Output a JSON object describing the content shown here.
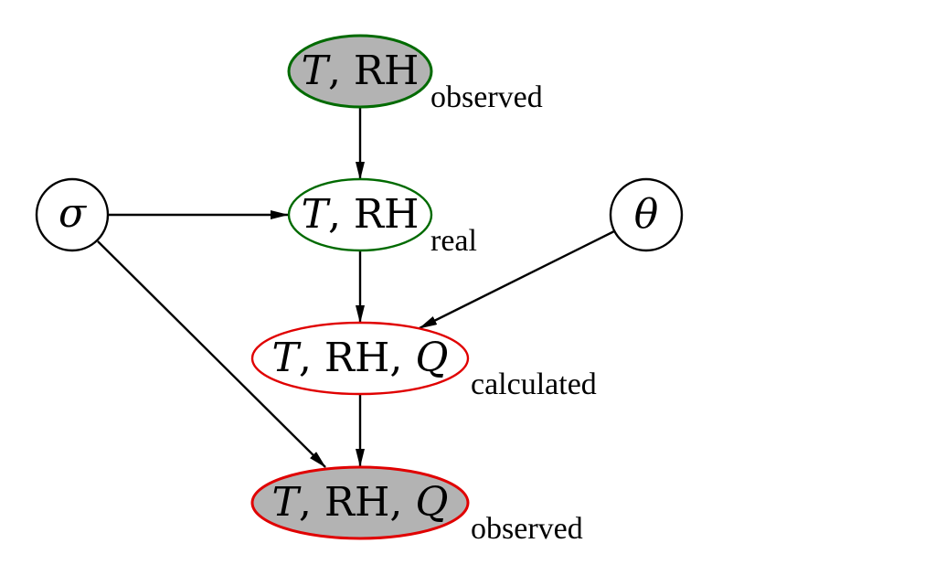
{
  "diagram": {
    "nodes": [
      {
        "id": "obs_top",
        "label_italic": "T",
        "label_rest": ", RH",
        "caption": "observed",
        "fill": "#b3b3b3",
        "stroke": "#006a00"
      },
      {
        "id": "real",
        "label_italic": "T",
        "label_rest": ", RH",
        "caption": "real",
        "fill": "#ffffff",
        "stroke": "#006a00"
      },
      {
        "id": "sigma",
        "label_italic": "σ",
        "label_rest": "",
        "caption": "",
        "fill": "#ffffff",
        "stroke": "#000000"
      },
      {
        "id": "theta",
        "label_italic": "θ",
        "label_rest": "",
        "caption": "",
        "fill": "#ffffff",
        "stroke": "#000000"
      },
      {
        "id": "calc",
        "label_italic": "T",
        "label_rest": ", RH, ",
        "label_tail_italic": "Q",
        "caption": "calculated",
        "fill": "#ffffff",
        "stroke": "#e00000"
      },
      {
        "id": "obs_bottom",
        "label_italic": "T",
        "label_rest": ", RH, ",
        "label_tail_italic": "Q",
        "caption": "observed",
        "fill": "#b3b3b3",
        "stroke": "#e00000"
      }
    ],
    "edges": [
      {
        "from": "obs_top",
        "to": "real"
      },
      {
        "from": "sigma",
        "to": "real"
      },
      {
        "from": "real",
        "to": "calc"
      },
      {
        "from": "theta",
        "to": "calc"
      },
      {
        "from": "calc",
        "to": "obs_bottom"
      },
      {
        "from": "sigma",
        "to": "obs_bottom"
      }
    ]
  }
}
